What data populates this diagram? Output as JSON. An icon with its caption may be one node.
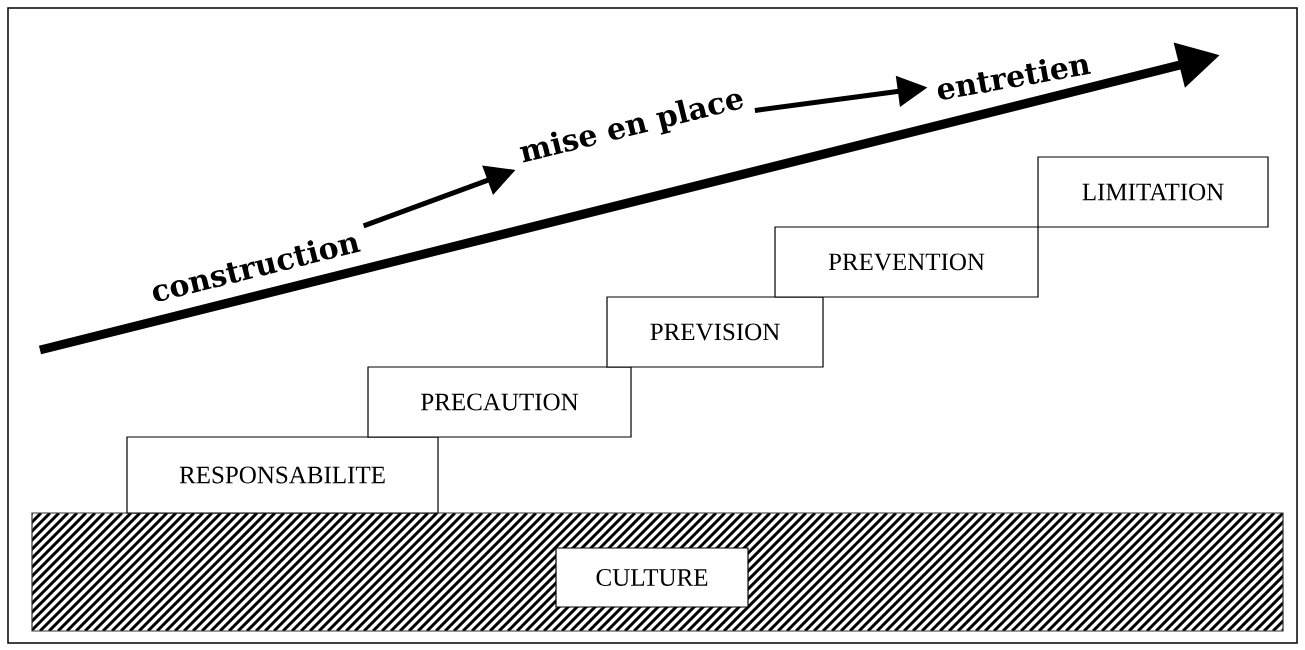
{
  "diagram": {
    "nodes": [
      {
        "text": [],
        "shape": "box"
      },
      {
        "text": [
          "CULTURE"
        ],
        "in": 0
      },
      {
        "text": [
          "RESPONSABILITE"
        ]
      },
      {
        "text": [
          "PRECAUTION"
        ]
      },
      {
        "text": [
          "PREVISION"
        ]
      },
      {
        "text": [
          "PREVENTION"
        ]
      },
      {
        "text": [
          "LIMITATION"
        ]
      },
      {
        "text": [
          "construction"
        ]
      },
      {
        "text": [
          "mise en place"
        ]
      },
      {
        "text": [
          "entretien"
        ]
      }
    ],
    "edges": [
      {
        "from": 7,
        "to": 8,
        "arrow": "to"
      },
      {
        "from": 8,
        "to": 9,
        "arrow": "to"
      }
    ]
  }
}
